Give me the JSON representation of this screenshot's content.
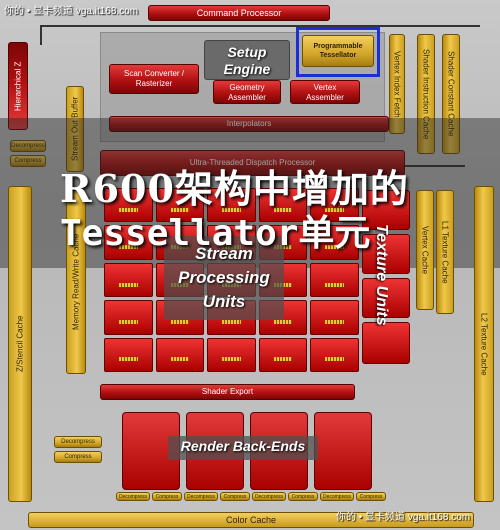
{
  "diagram": {
    "command_processor": "Command Processor",
    "setup_engine": "Setup Engine",
    "programmable_tessellator": "Programmable Tessellator",
    "scan_converter": "Scan Converter / Rasterizer",
    "geometry_assembler": "Geometry Assembler",
    "vertex_assembler": "Vertex Assembler",
    "interpolators": "Interpolators",
    "hierarchical_z": "Hierarchical Z",
    "stream_out_buffer": "Stream Out Buffer",
    "vertex_index_fetch": "Vertex Index Fetch",
    "shader_instruction_cache": "Shader Instruction Cache",
    "shader_constant_cache": "Shader Constant Cache",
    "dispatch_processor": "Ultra-Threaded Dispatch Processor",
    "memory_rw_cache": "Memory Read/Write Cache",
    "stream_processing_units": "Stream Processing Units",
    "texture_units": "Texture Units",
    "vertex_cache": "Vertex Cache",
    "l1_texture_cache": "L1 Texture Cache",
    "l2_texture_cache": "L2 Texture Cache",
    "zstencil_cache": "Z/Stencil Cache",
    "shader_export": "Shader Export",
    "render_backends": "Render Back-Ends",
    "decompress": "Decompress",
    "compress": "Compress",
    "color_cache": "Color Cache"
  },
  "overlay_title_line1": "R600架构中增加的",
  "overlay_title_line2": "Tessellator单元",
  "watermark_top": "你的 • 显卡频道  vga.it168.com",
  "watermark_bottom": "你的 • 显卡频道  vga.it168.com",
  "colors": {
    "red": "#b01010",
    "yellow": "#d9ad30",
    "highlight_border": "#1a2fd8"
  }
}
